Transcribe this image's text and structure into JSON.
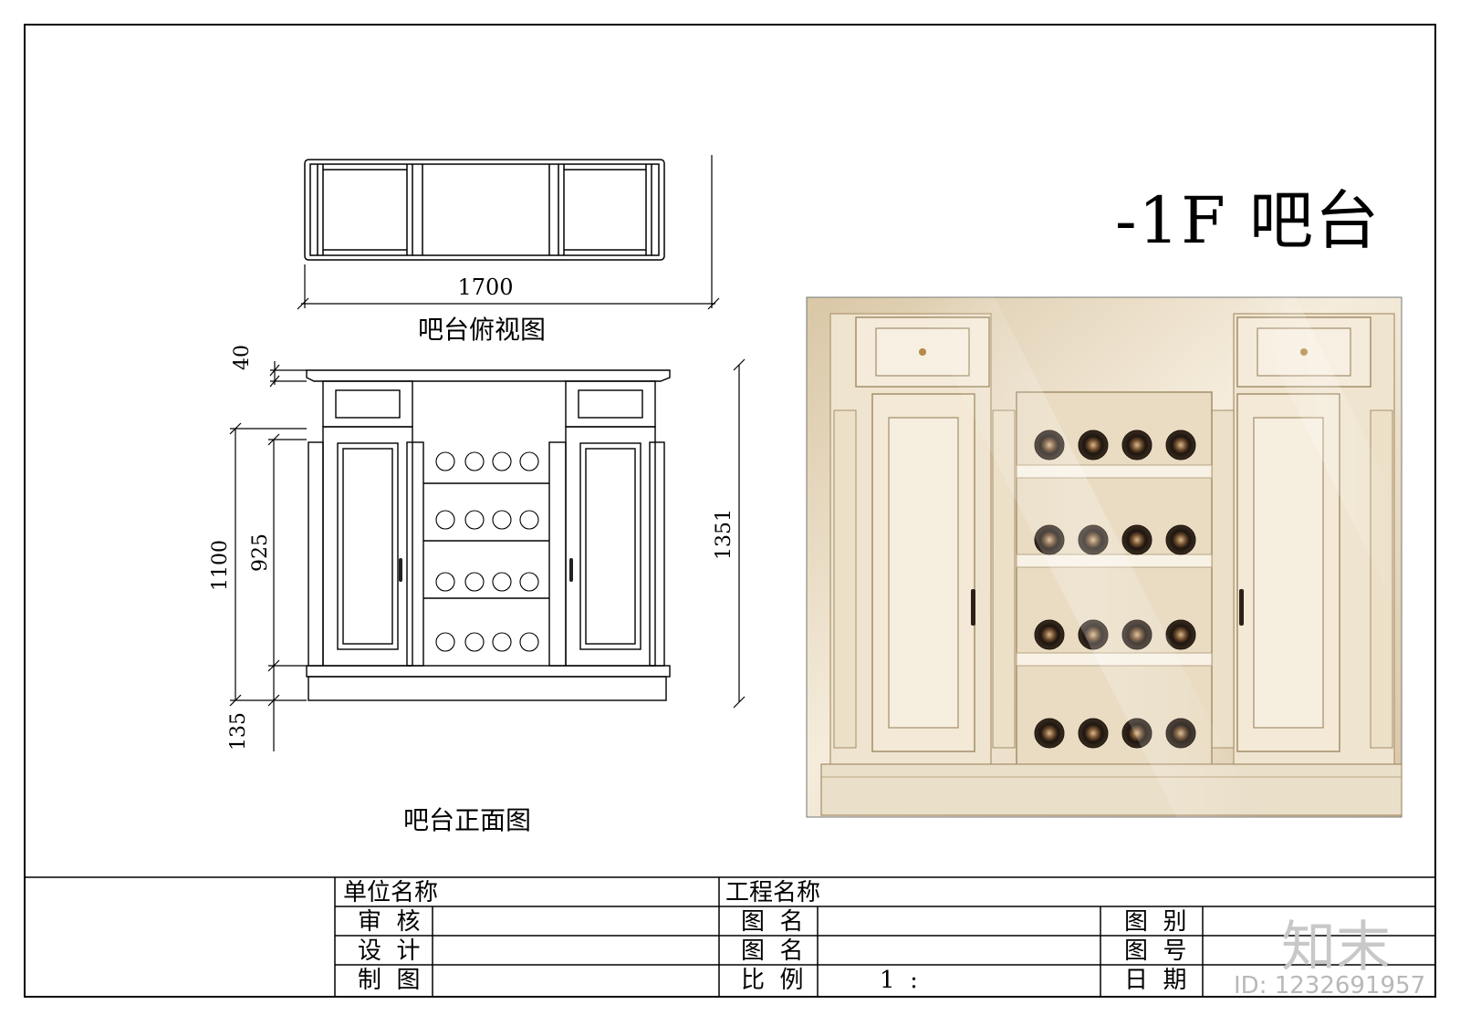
{
  "title": "-1F 吧台",
  "views": {
    "top_view_label": "吧台俯视图",
    "front_view_label": "吧台正面图"
  },
  "dimensions": {
    "width": "1700",
    "top_thickness": "40",
    "height_1100": "1100",
    "height_925": "925",
    "base_135": "135",
    "total_1351": "1351"
  },
  "title_block": {
    "unit_name": "单位名称",
    "project_name": "工程名称",
    "review": "审  核",
    "design": "设  计",
    "drafting": "制  图",
    "drawing_name_1": "图  名",
    "drawing_name_2": "图  名",
    "scale_label": "比  例",
    "scale_value": "1  :",
    "drawing_type": "图  别",
    "drawing_number": "图  号",
    "date": "日  期"
  },
  "watermark": {
    "logo": "知末",
    "id": "ID: 1232691957"
  },
  "colors": {
    "line": "#000000",
    "cabinet_light": "#f3e9d6",
    "cabinet_mid": "#e6d6bb",
    "bottle": "#2a2018"
  }
}
